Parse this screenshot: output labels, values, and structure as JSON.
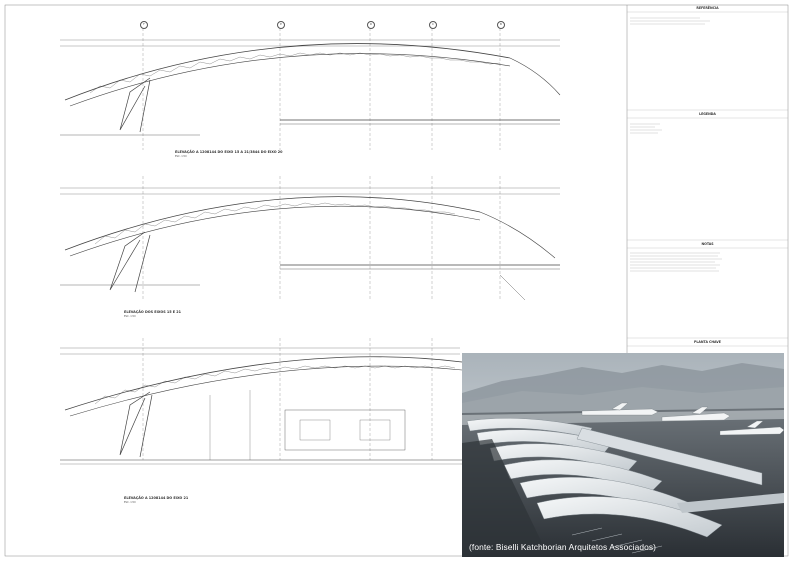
{
  "title_block": {
    "referencia_title": "REFERÊNCIA",
    "legenda_title": "LEGENDA",
    "notas_title": "NOTAS",
    "planta_chave_title": "PLANTA CHAVE"
  },
  "elevations": [
    {
      "caption": "ELEVAÇÃO A 1208144 DO EIXO 15 A 21/3844 DO EIXO 20",
      "scale": "ESC. 1:50"
    },
    {
      "caption": "ELEVAÇÃO DOS EIXOS 15 E 21",
      "scale": "ESC. 1:50"
    },
    {
      "caption": "ELEVAÇÃO A 1208144 DO EIXO 21",
      "scale": "ESC. 1:50"
    }
  ],
  "grid_labels": [
    "F",
    "E",
    "D",
    "C",
    "B"
  ],
  "render": {
    "credit": "(fonte: Biselli Katchborian Arquitetos Associados)"
  },
  "colors": {
    "line": "#333333",
    "sky_top": "#c9cfd4",
    "roof": "#e8ecef",
    "ground": "#3b4045"
  }
}
